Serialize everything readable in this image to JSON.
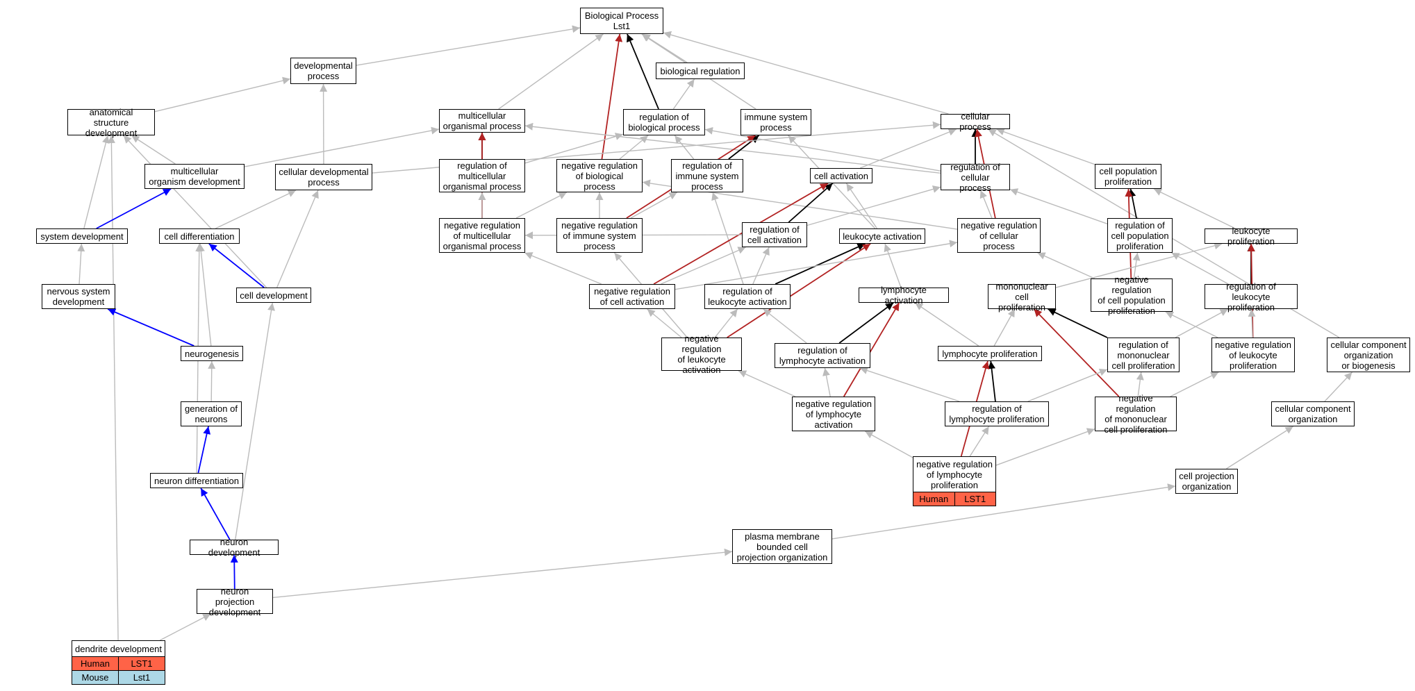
{
  "diagram_title": "Biological Process Lst1",
  "colors": {
    "is_a": "#bbbbbb",
    "part_of": "#0000ff",
    "regulates": "#000000",
    "negatively_regulates": "#b22222",
    "human_row": "#ff6347",
    "mouse_row": "#add8e6"
  },
  "nodes": {
    "bp": {
      "label": "Biological Process\nLst1"
    },
    "devproc": {
      "label": "developmental\nprocess"
    },
    "biolreg": {
      "label": "biological regulation"
    },
    "asd": {
      "label": "anatomical structure\ndevelopment"
    },
    "mop": {
      "label": "multicellular\norganismal process"
    },
    "rbp": {
      "label": "regulation of\nbiological process"
    },
    "isp": {
      "label": "immune system\nprocess"
    },
    "cp": {
      "label": "cellular process"
    },
    "mod": {
      "label": "multicellular\norganism development"
    },
    "cdp": {
      "label": "cellular developmental\nprocess"
    },
    "rmop": {
      "label": "regulation of\nmulticellular\norganismal process"
    },
    "nrbp": {
      "label": "negative regulation\nof biological\nprocess"
    },
    "risp": {
      "label": "regulation of\nimmune system\nprocess"
    },
    "ca": {
      "label": "cell activation"
    },
    "rcp": {
      "label": "regulation of\ncellular process"
    },
    "cpp": {
      "label": "cell population\nproliferation"
    },
    "sysdev": {
      "label": "system development"
    },
    "celldiff": {
      "label": "cell differentiation"
    },
    "nrmop": {
      "label": "negative regulation\nof multicellular\norganismal process"
    },
    "nrisp": {
      "label": "negative regulation\nof immune system\nprocess"
    },
    "rca": {
      "label": "regulation of\ncell activation"
    },
    "la": {
      "label": "leukocyte activation"
    },
    "nrcp": {
      "label": "negative regulation\nof cellular\nprocess"
    },
    "rcpp": {
      "label": "regulation of\ncell population\nproliferation"
    },
    "lp": {
      "label": "leukocyte proliferation"
    },
    "nsd": {
      "label": "nervous system\ndevelopment"
    },
    "celldev": {
      "label": "cell development"
    },
    "nrca": {
      "label": "negative regulation\nof cell activation"
    },
    "rla": {
      "label": "regulation of\nleukocyte activation"
    },
    "lya": {
      "label": "lymphocyte activation"
    },
    "mcp": {
      "label": "mononuclear\ncell proliferation"
    },
    "nrcpp": {
      "label": "negative regulation\nof cell population\nproliferation"
    },
    "rlp": {
      "label": "regulation of\nleukocyte proliferation"
    },
    "neurogenesis": {
      "label": "neurogenesis"
    },
    "nrla": {
      "label": "negative regulation\nof leukocyte\nactivation"
    },
    "rlya": {
      "label": "regulation of\nlymphocyte activation"
    },
    "lyp": {
      "label": "lymphocyte proliferation"
    },
    "rmcp": {
      "label": "regulation of\nmononuclear\ncell proliferation"
    },
    "nrlp": {
      "label": "negative regulation\nof leukocyte\nproliferation"
    },
    "ccob": {
      "label": "cellular component\norganization\nor biogenesis"
    },
    "gon": {
      "label": "generation of\nneurons"
    },
    "nrlya": {
      "label": "negative regulation\nof lymphocyte\nactivation"
    },
    "rlyp": {
      "label": "regulation of\nlymphocyte proliferation"
    },
    "nrmcp": {
      "label": "negative regulation\nof mononuclear\ncell proliferation"
    },
    "cco": {
      "label": "cellular component\norganization"
    },
    "ndiff": {
      "label": "neuron differentiation"
    },
    "cpo": {
      "label": "cell projection\norganization"
    },
    "ndev": {
      "label": "neuron development"
    },
    "pmbcpo": {
      "label": "plasma membrane\nbounded cell\nprojection organization"
    },
    "npd": {
      "label": "neuron projection\ndevelopment"
    }
  },
  "gene_tables": {
    "nrlyp": {
      "title": "negative regulation\nof lymphocyte\nproliferation",
      "rows": [
        {
          "species": "Human",
          "gene": "LST1",
          "color": "#ff6347"
        }
      ]
    },
    "dd": {
      "title": "dendrite development",
      "rows": [
        {
          "species": "Human",
          "gene": "LST1",
          "color": "#ff6347"
        },
        {
          "species": "Mouse",
          "gene": "Lst1",
          "color": "#add8e6"
        }
      ]
    }
  },
  "edges": [
    {
      "from": "devproc",
      "to": "bp",
      "type": "is_a"
    },
    {
      "from": "biolreg",
      "to": "bp",
      "type": "is_a"
    },
    {
      "from": "mop",
      "to": "bp",
      "type": "is_a"
    },
    {
      "from": "rbp",
      "to": "bp",
      "type": "regulates"
    },
    {
      "from": "nrbp",
      "to": "bp",
      "type": "negatively_regulates"
    },
    {
      "from": "isp",
      "to": "bp",
      "type": "is_a"
    },
    {
      "from": "cp",
      "to": "bp",
      "type": "is_a"
    },
    {
      "from": "rbp",
      "to": "biolreg",
      "type": "is_a"
    },
    {
      "from": "asd",
      "to": "devproc",
      "type": "is_a"
    },
    {
      "from": "cdp",
      "to": "devproc",
      "type": "is_a"
    },
    {
      "from": "mod",
      "to": "asd",
      "type": "is_a"
    },
    {
      "from": "sysdev",
      "to": "asd",
      "type": "is_a"
    },
    {
      "from": "celldev",
      "to": "asd",
      "type": "is_a"
    },
    {
      "from": "dd",
      "to": "asd",
      "type": "is_a"
    },
    {
      "from": "mod",
      "to": "mop",
      "type": "is_a"
    },
    {
      "from": "rmop",
      "to": "mop",
      "type": "regulates"
    },
    {
      "from": "nrmop",
      "to": "mop",
      "type": "negatively_regulates"
    },
    {
      "from": "rcp",
      "to": "mop",
      "type": "is_a"
    },
    {
      "from": "rmop",
      "to": "rbp",
      "type": "is_a"
    },
    {
      "from": "nrbp",
      "to": "rbp",
      "type": "is_a"
    },
    {
      "from": "risp",
      "to": "rbp",
      "type": "is_a"
    },
    {
      "from": "rcp",
      "to": "rbp",
      "type": "is_a"
    },
    {
      "from": "risp",
      "to": "isp",
      "type": "regulates"
    },
    {
      "from": "nrisp",
      "to": "isp",
      "type": "negatively_regulates"
    },
    {
      "from": "la",
      "to": "isp",
      "type": "is_a"
    },
    {
      "from": "ca",
      "to": "cp",
      "type": "is_a"
    },
    {
      "from": "rcp",
      "to": "cp",
      "type": "regulates"
    },
    {
      "from": "nrcp",
      "to": "cp",
      "type": "negatively_regulates"
    },
    {
      "from": "cpp",
      "to": "cp",
      "type": "is_a"
    },
    {
      "from": "cdp",
      "to": "cp",
      "type": "is_a"
    },
    {
      "from": "ccob",
      "to": "cp",
      "type": "is_a"
    },
    {
      "from": "sysdev",
      "to": "mod",
      "type": "part_of"
    },
    {
      "from": "celldiff",
      "to": "cdp",
      "type": "is_a"
    },
    {
      "from": "celldev",
      "to": "cdp",
      "type": "is_a"
    },
    {
      "from": "nrmop",
      "to": "rmop",
      "type": "is_a"
    },
    {
      "from": "nrisp",
      "to": "nrbp",
      "type": "is_a"
    },
    {
      "from": "nrmop",
      "to": "nrbp",
      "type": "is_a"
    },
    {
      "from": "nrcp",
      "to": "nrbp",
      "type": "is_a"
    },
    {
      "from": "nrisp",
      "to": "risp",
      "type": "is_a"
    },
    {
      "from": "rla",
      "to": "risp",
      "type": "is_a"
    },
    {
      "from": "rca",
      "to": "ca",
      "type": "regulates"
    },
    {
      "from": "nrca",
      "to": "ca",
      "type": "negatively_regulates"
    },
    {
      "from": "la",
      "to": "ca",
      "type": "is_a"
    },
    {
      "from": "nrcp",
      "to": "rcp",
      "type": "is_a"
    },
    {
      "from": "rcpp",
      "to": "rcp",
      "type": "is_a"
    },
    {
      "from": "rca",
      "to": "rcp",
      "type": "is_a"
    },
    {
      "from": "rcpp",
      "to": "cpp",
      "type": "regulates"
    },
    {
      "from": "nrcpp",
      "to": "cpp",
      "type": "negatively_regulates"
    },
    {
      "from": "lp",
      "to": "cpp",
      "type": "is_a"
    },
    {
      "from": "nsd",
      "to": "sysdev",
      "type": "is_a"
    },
    {
      "from": "neurogenesis",
      "to": "celldiff",
      "type": "is_a"
    },
    {
      "from": "ndiff",
      "to": "celldiff",
      "type": "is_a"
    },
    {
      "from": "celldev",
      "to": "celldiff",
      "type": "part_of"
    },
    {
      "from": "nrca",
      "to": "nrmop",
      "type": "is_a"
    },
    {
      "from": "nrla",
      "to": "nrisp",
      "type": "is_a"
    },
    {
      "from": "rca",
      "to": "nrmop",
      "type": "is_a"
    },
    {
      "from": "nrca",
      "to": "rca",
      "type": "is_a"
    },
    {
      "from": "rla",
      "to": "rca",
      "type": "is_a"
    },
    {
      "from": "rla",
      "to": "la",
      "type": "regulates"
    },
    {
      "from": "nrla",
      "to": "la",
      "type": "negatively_regulates"
    },
    {
      "from": "lya",
      "to": "la",
      "type": "is_a"
    },
    {
      "from": "nrca",
      "to": "nrcp",
      "type": "is_a"
    },
    {
      "from": "nrcpp",
      "to": "nrcp",
      "type": "is_a"
    },
    {
      "from": "nrcpp",
      "to": "rcpp",
      "type": "is_a"
    },
    {
      "from": "rlp",
      "to": "rcpp",
      "type": "is_a"
    },
    {
      "from": "rlp",
      "to": "lp",
      "type": "regulates"
    },
    {
      "from": "nrlp",
      "to": "lp",
      "type": "negatively_regulates"
    },
    {
      "from": "mcp",
      "to": "lp",
      "type": "is_a"
    },
    {
      "from": "neurogenesis",
      "to": "nsd",
      "type": "part_of"
    },
    {
      "from": "ndev",
      "to": "celldev",
      "type": "is_a"
    },
    {
      "from": "nrla",
      "to": "nrca",
      "type": "is_a"
    },
    {
      "from": "nrla",
      "to": "rla",
      "type": "is_a"
    },
    {
      "from": "rlya",
      "to": "rla",
      "type": "is_a"
    },
    {
      "from": "rlya",
      "to": "lya",
      "type": "regulates"
    },
    {
      "from": "nrlya",
      "to": "lya",
      "type": "negatively_regulates"
    },
    {
      "from": "lyp",
      "to": "lya",
      "type": "is_a"
    },
    {
      "from": "lyp",
      "to": "mcp",
      "type": "is_a"
    },
    {
      "from": "rmcp",
      "to": "mcp",
      "type": "regulates"
    },
    {
      "from": "nrmcp",
      "to": "mcp",
      "type": "negatively_regulates"
    },
    {
      "from": "rmcp",
      "to": "rlp",
      "type": "is_a"
    },
    {
      "from": "nrlp",
      "to": "rlp",
      "type": "is_a"
    },
    {
      "from": "nrlp",
      "to": "nrcpp",
      "type": "is_a"
    },
    {
      "from": "gon",
      "to": "neurogenesis",
      "type": "is_a"
    },
    {
      "from": "nrlya",
      "to": "nrla",
      "type": "is_a"
    },
    {
      "from": "nrlya",
      "to": "rlya",
      "type": "is_a"
    },
    {
      "from": "rlyp",
      "to": "rlya",
      "type": "is_a"
    },
    {
      "from": "rlyp",
      "to": "lyp",
      "type": "regulates"
    },
    {
      "from": "nrlyp",
      "to": "lyp",
      "type": "negatively_regulates"
    },
    {
      "from": "rlyp",
      "to": "rmcp",
      "type": "is_a"
    },
    {
      "from": "nrmcp",
      "to": "rmcp",
      "type": "is_a"
    },
    {
      "from": "nrmcp",
      "to": "nrlp",
      "type": "is_a"
    },
    {
      "from": "cco",
      "to": "ccob",
      "type": "is_a"
    },
    {
      "from": "ndiff",
      "to": "gon",
      "type": "part_of"
    },
    {
      "from": "nrlyp",
      "to": "nrlya",
      "type": "is_a"
    },
    {
      "from": "nrlyp",
      "to": "rlyp",
      "type": "is_a"
    },
    {
      "from": "nrlyp",
      "to": "nrmcp",
      "type": "is_a"
    },
    {
      "from": "cpo",
      "to": "cco",
      "type": "is_a"
    },
    {
      "from": "ndev",
      "to": "ndiff",
      "type": "part_of"
    },
    {
      "from": "pmbcpo",
      "to": "cpo",
      "type": "is_a"
    },
    {
      "from": "npd",
      "to": "ndev",
      "type": "part_of"
    },
    {
      "from": "npd",
      "to": "pmbcpo",
      "type": "is_a"
    },
    {
      "from": "dd",
      "to": "npd",
      "type": "is_a"
    }
  ]
}
